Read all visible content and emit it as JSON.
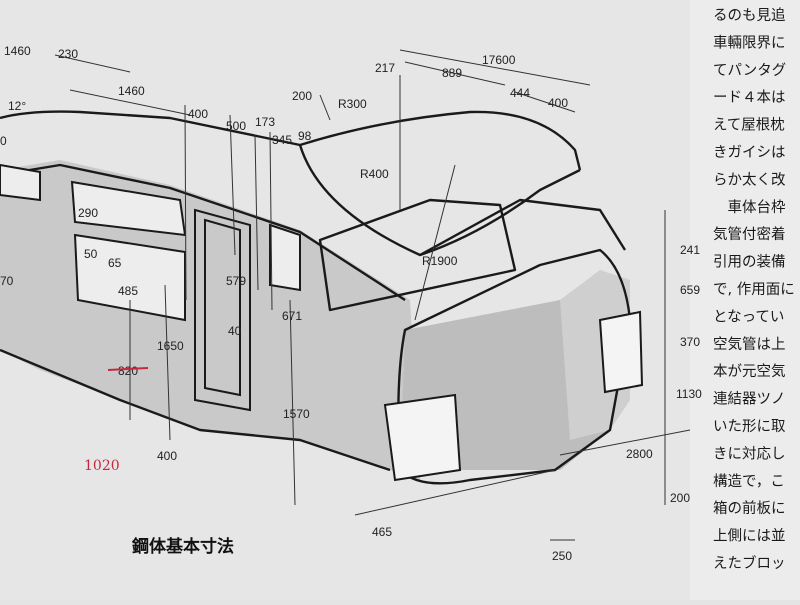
{
  "figure": {
    "caption": "鋼体基本寸法",
    "handwritten_note": "1020",
    "struck_value": "820"
  },
  "dimensions": {
    "d1460_top": "1460",
    "d230": "230",
    "d1460_mid": "1460",
    "d12deg": "12°",
    "d400_top": "400",
    "d500": "500",
    "d173": "173",
    "d345": "345",
    "d98": "98",
    "d200_roof": "200",
    "dR300": "R300",
    "dR400": "R400",
    "d217": "217",
    "d889": "889",
    "d17600": "17600",
    "d444": "444",
    "d400_right": "400",
    "dR1900": "R1900",
    "d290": "290",
    "d50": "50",
    "d65": "65",
    "d485": "485",
    "d579": "579",
    "d40": "40",
    "d671": "671",
    "d1650": "1650",
    "d1570": "1570",
    "d400_bottom": "400",
    "d241": "241",
    "d659": "659",
    "d370": "370",
    "d1130": "1130",
    "d2800": "2800",
    "d200_bottom": "200",
    "d465": "465",
    "d250": "250",
    "d0_cut": "0",
    "d70_cut": "70"
  },
  "side_text": [
    "るのも見追",
    "車輛限界に",
    "てパンタグ",
    "ード４本は",
    "えて屋根枕",
    "きガイシは",
    "らか太く改",
    "　車体台枠",
    "気管付密着",
    "引用の装備",
    "で, 作用面に",
    "となってい",
    "空気管は上",
    "本が元空気",
    "連結器ツノ",
    "いた形に取",
    "きに対応し",
    "構造で，こ",
    "箱の前板に",
    "上側には並",
    "えたブロッ"
  ]
}
